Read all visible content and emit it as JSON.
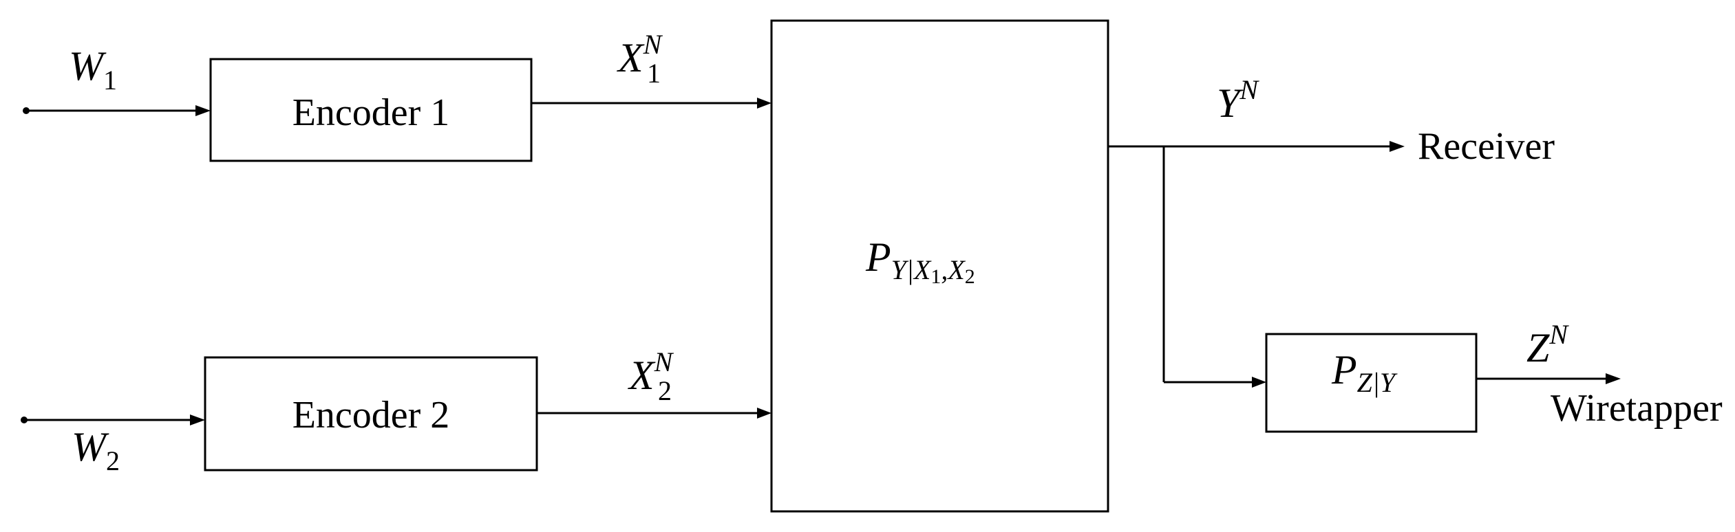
{
  "inputs": {
    "w1": {
      "base": "W",
      "sub": "1"
    },
    "w2": {
      "base": "W",
      "sub": "2"
    }
  },
  "encoders": {
    "enc1": "Encoder 1",
    "enc2": "Encoder 2"
  },
  "signals": {
    "x1": {
      "base": "X",
      "sub": "1",
      "sup": "N"
    },
    "x2": {
      "base": "X",
      "sub": "2",
      "sup": "N"
    },
    "y": {
      "base": "Y",
      "sup": "N"
    },
    "z": {
      "base": "Z",
      "sup": "N"
    }
  },
  "channels": {
    "main": {
      "base": "P",
      "sub_pre": "Y|X",
      "sub_a": "1",
      "sub_mid": ",X",
      "sub_b": "2"
    },
    "wiretap": {
      "base": "P",
      "sub": "Z|Y"
    }
  },
  "outputs": {
    "receiver": "Receiver",
    "wiretapper": "Wiretapper"
  }
}
